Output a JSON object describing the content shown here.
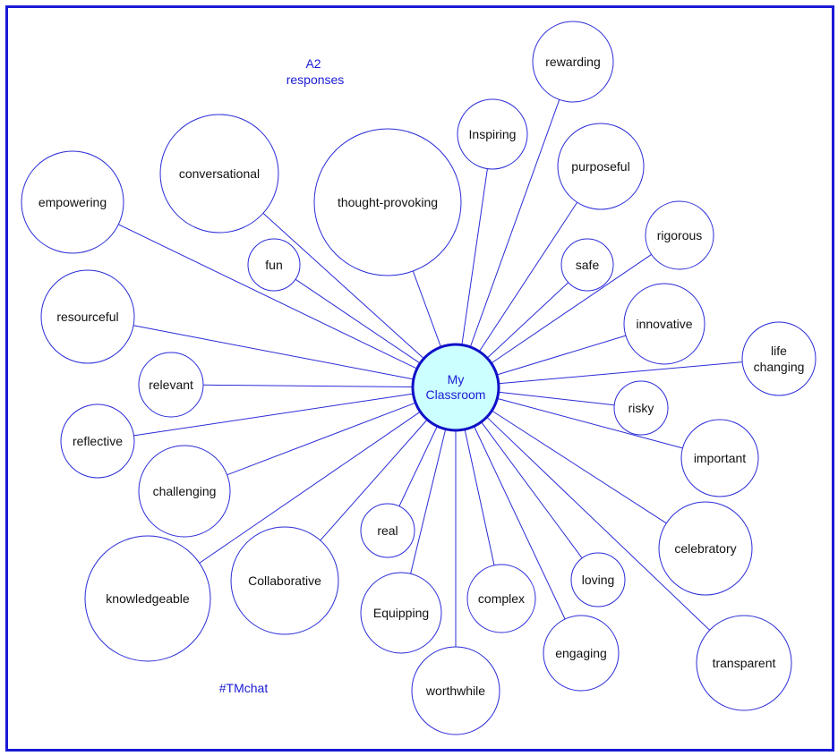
{
  "diagram": {
    "caption_lines": [
      "A2",
      "responses"
    ],
    "hashtag": "#TMchat",
    "center_lines": [
      "My",
      "Classroom"
    ],
    "colors": {
      "frame": "#1a1ad6",
      "line": "#2b2bd8",
      "center_fill": "#ccffff",
      "center_stroke": "#1010c8",
      "text": "#111111"
    },
    "nodes": [
      {
        "id": "rewarding",
        "lines": [
          "rewarding"
        ]
      },
      {
        "id": "inspiring",
        "lines": [
          "Inspiring"
        ]
      },
      {
        "id": "purposeful",
        "lines": [
          "purposeful"
        ]
      },
      {
        "id": "rigorous",
        "lines": [
          "rigorous"
        ]
      },
      {
        "id": "safe",
        "lines": [
          "safe"
        ]
      },
      {
        "id": "thought-provoking",
        "lines": [
          "thought-provoking"
        ]
      },
      {
        "id": "conversational",
        "lines": [
          "conversational"
        ]
      },
      {
        "id": "empowering",
        "lines": [
          "empowering"
        ]
      },
      {
        "id": "fun",
        "lines": [
          "fun"
        ]
      },
      {
        "id": "resourceful",
        "lines": [
          "resourceful"
        ]
      },
      {
        "id": "innovative",
        "lines": [
          "innovative"
        ]
      },
      {
        "id": "life-changing",
        "lines": [
          "life",
          "changing"
        ]
      },
      {
        "id": "relevant",
        "lines": [
          "relevant"
        ]
      },
      {
        "id": "risky",
        "lines": [
          "risky"
        ]
      },
      {
        "id": "reflective",
        "lines": [
          "reflective"
        ]
      },
      {
        "id": "important",
        "lines": [
          "important"
        ]
      },
      {
        "id": "challenging",
        "lines": [
          "challenging"
        ]
      },
      {
        "id": "real",
        "lines": [
          "real"
        ]
      },
      {
        "id": "celebratory",
        "lines": [
          "celebratory"
        ]
      },
      {
        "id": "collaborative",
        "lines": [
          "Collaborative"
        ]
      },
      {
        "id": "loving",
        "lines": [
          "loving"
        ]
      },
      {
        "id": "complex",
        "lines": [
          "complex"
        ]
      },
      {
        "id": "knowledgeable",
        "lines": [
          "knowledgeable"
        ]
      },
      {
        "id": "equipping",
        "lines": [
          "Equipping"
        ]
      },
      {
        "id": "engaging",
        "lines": [
          "engaging"
        ]
      },
      {
        "id": "transparent",
        "lines": [
          "transparent"
        ]
      },
      {
        "id": "worthwhile",
        "lines": [
          "worthwhile"
        ]
      }
    ]
  }
}
